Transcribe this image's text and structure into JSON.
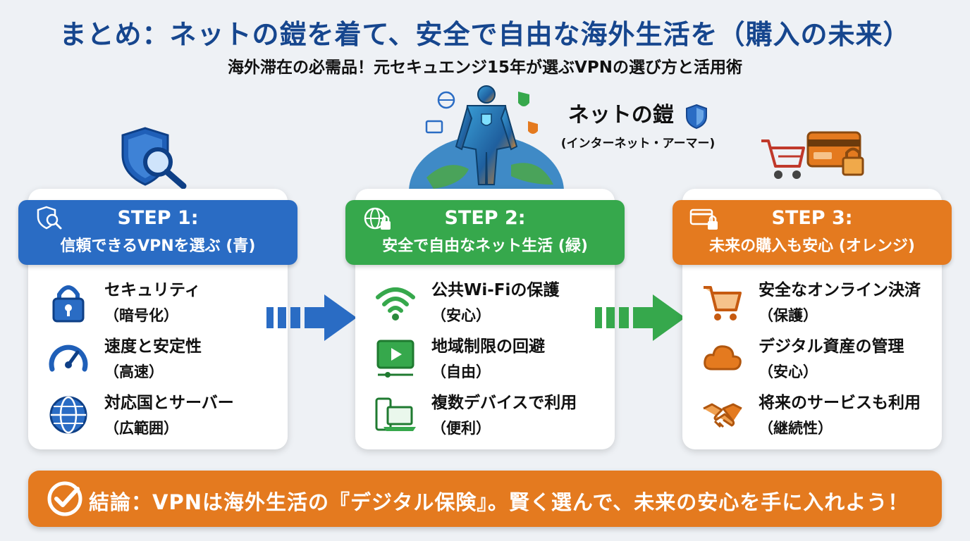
{
  "title": "まとめ：ネットの鎧を着て、安全で自由な海外生活を（購入の未来）",
  "subtitle": "海外滞在の必需品！元セキュエンジ15年が選ぶVPNの選び方と活用術",
  "armor": {
    "title": "ネットの鎧",
    "subtitle": "(インターネット・アーマー)"
  },
  "colors": {
    "blue": "#2a6cc4",
    "green": "#36a84c",
    "orange": "#e47a1f",
    "navy": "#16468e"
  },
  "steps": [
    {
      "title": "STEP 1:",
      "subtitle": "信頼できるVPNを選ぶ (青)",
      "items": [
        {
          "icon": "padlock-icon",
          "title": "セキュリティ",
          "sub": "（暗号化）"
        },
        {
          "icon": "speedometer-icon",
          "title": "速度と安定性",
          "sub": "（高速）"
        },
        {
          "icon": "globe-icon",
          "title": "対応国とサーバー",
          "sub": "（広範囲）"
        }
      ]
    },
    {
      "title": "STEP 2:",
      "subtitle": "安全で自由なネット生活 (緑)",
      "items": [
        {
          "icon": "wifi-icon",
          "title": "公共Wi-Fiの保護",
          "sub": "（安心）"
        },
        {
          "icon": "video-play-icon",
          "title": "地域制限の回避",
          "sub": "（自由）"
        },
        {
          "icon": "devices-icon",
          "title": "複数デバイスで利用",
          "sub": "（便利）"
        }
      ]
    },
    {
      "title": "STEP 3:",
      "subtitle": "未来の購入も安心 (オレンジ)",
      "items": [
        {
          "icon": "cart-icon",
          "title": "安全なオンライン決済",
          "sub": "（保護）"
        },
        {
          "icon": "cloud-icon",
          "title": "デジタル資産の管理",
          "sub": "（安心）"
        },
        {
          "icon": "handshake-icon",
          "title": "将来のサービスも利用",
          "sub": "（継続性）"
        }
      ]
    }
  ],
  "conclusion": "結論：VPNは海外生活の『デジタル保険』。賢く選んで、未来の安心を手に入れよう！"
}
